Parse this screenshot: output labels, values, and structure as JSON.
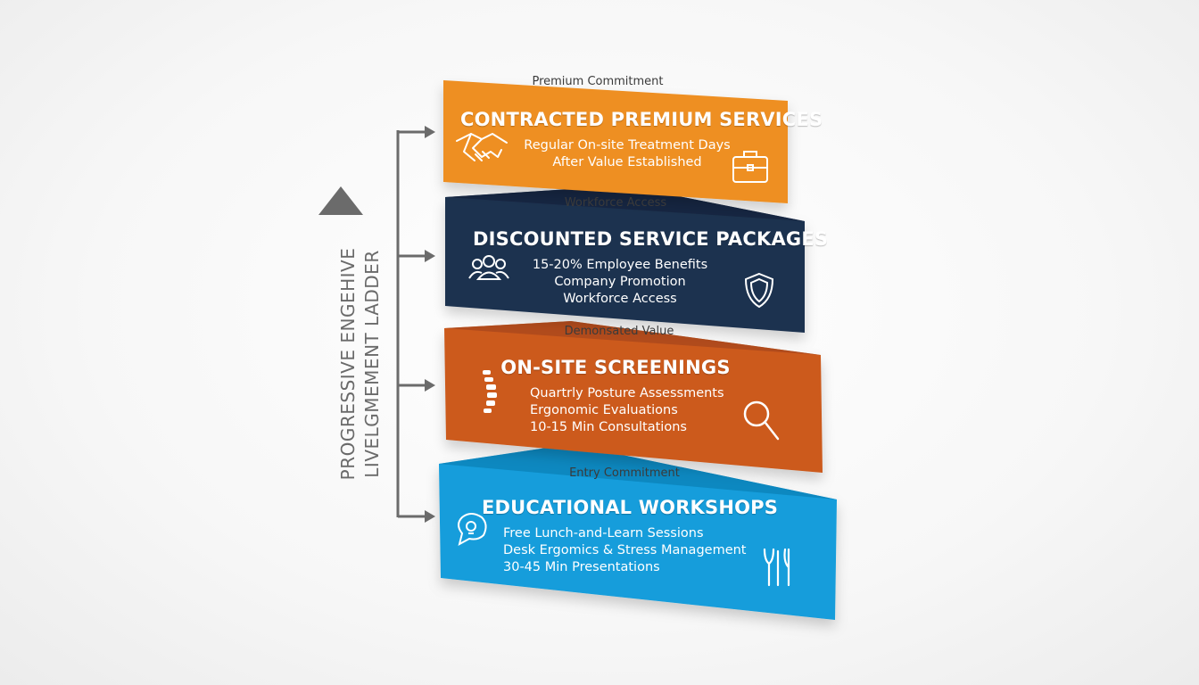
{
  "ladder": {
    "label_line1": "PROGRESSIVE ENGEHIVE",
    "label_line2": "LIVELGMEMENT LADDER"
  },
  "tiers": [
    {
      "tag": "Premium Commitment",
      "title": "CONTRACTED PREMIUM SERVICES",
      "lines": [
        "Regular On-site Treatment Days",
        "After Value Established"
      ],
      "color": "#EE8F22",
      "icons": [
        "handshake-icon",
        "briefcase-icon"
      ]
    },
    {
      "tag": "Workforce Access",
      "title": "DISCOUNTED SERVICE PACKAGES",
      "lines": [
        "15-20% Employee Benefits",
        "Company Promotion",
        "Workforce Access"
      ],
      "color": "#1E3350",
      "icons": [
        "people-group-icon",
        "shield-icon"
      ]
    },
    {
      "tag": "Demonsated Value",
      "title": "ON-SITE SCREENINGS",
      "lines": [
        "Quartrly Posture Assessments",
        "Ergonomic Evaluations",
        "10-15 Min Consultations"
      ],
      "color": "#CC5A1E",
      "icons": [
        "spine-icon",
        "magnifier-icon"
      ]
    },
    {
      "tag": "Entry Commitment",
      "title": "EDUCATIONAL WORKSHOPS",
      "lines": [
        "Free Lunch-and-Learn Sessions",
        "Desk Ergomics & Stress Management",
        "30-45 Min Presentations"
      ],
      "color": "#139DDB",
      "icons": [
        "head-speech-icon",
        "utensils-icon"
      ]
    }
  ]
}
